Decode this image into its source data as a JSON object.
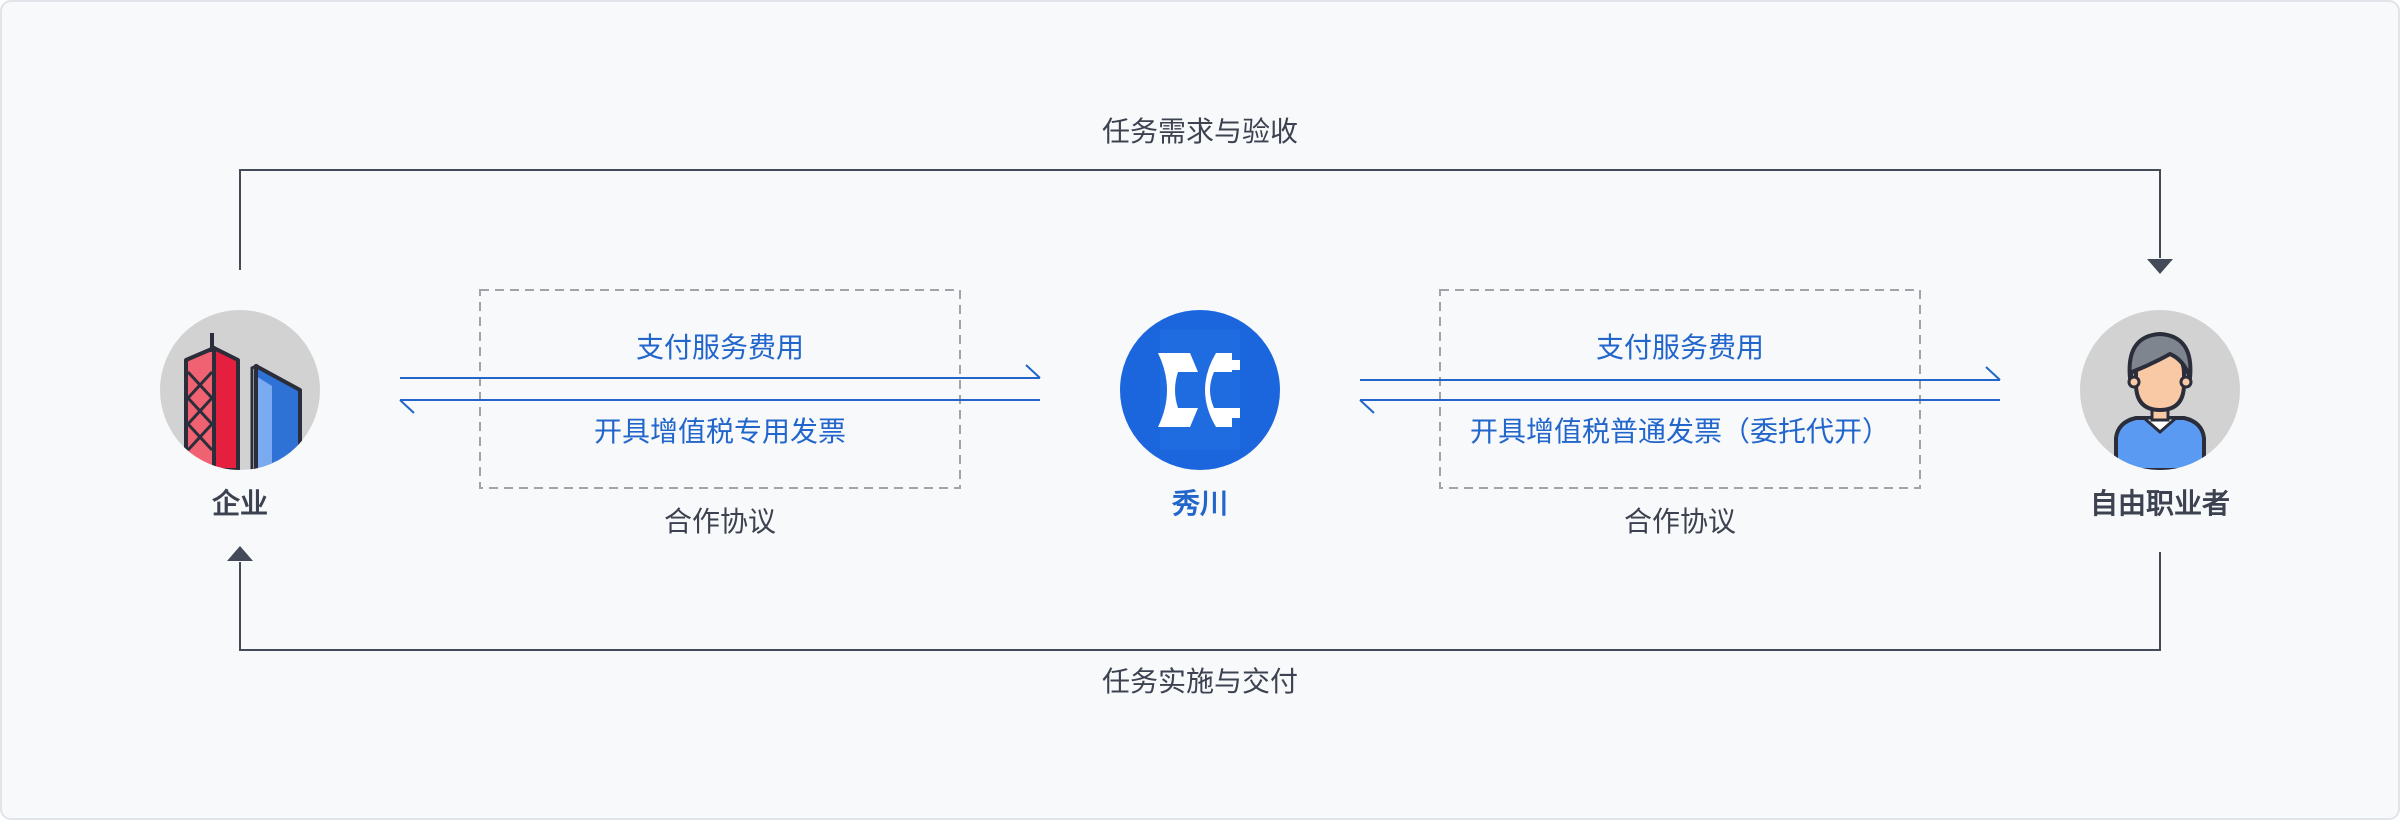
{
  "colors": {
    "line": "#434a58",
    "blue": "#2266cc",
    "gray_text": "#3c4250",
    "dash": "#a0a4aa",
    "circle_bg": "#d2d2d2",
    "brand_circle": "#1b66dd",
    "background": "#f8f9fb"
  },
  "flows": {
    "top": "任务需求与验收",
    "bottom": "任务实施与交付"
  },
  "entities": {
    "enterprise": {
      "name": "企业",
      "icon": "building-icon"
    },
    "platform": {
      "name": "秀川",
      "icon": "xiuchuan-logo-icon"
    },
    "freelancer": {
      "name": "自由职业者",
      "icon": "person-avatar-icon"
    }
  },
  "left_box": {
    "upper": "支付服务费用",
    "lower": "开具增值税专用发票",
    "caption": "合作协议"
  },
  "right_box": {
    "upper": "支付服务费用",
    "lower": "开具增值税普通发票（委托代开）",
    "caption": "合作协议"
  }
}
